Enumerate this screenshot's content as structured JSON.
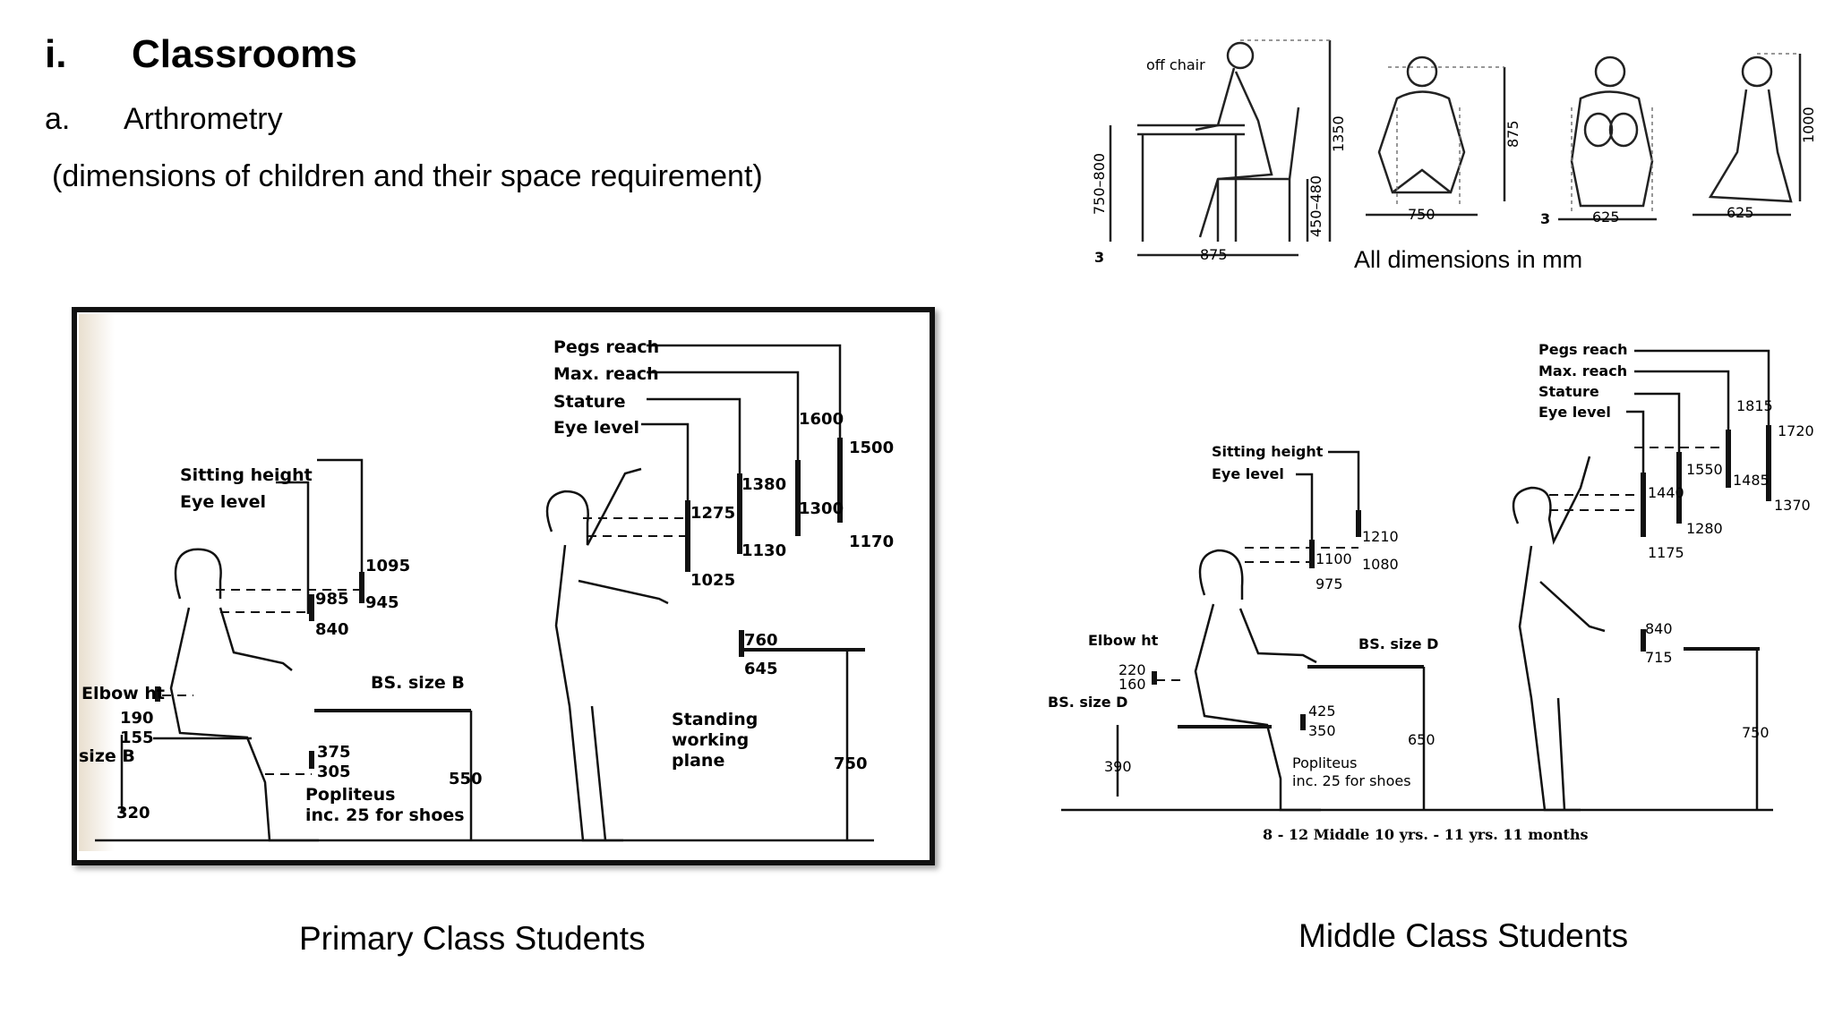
{
  "heading": {
    "number": "i.",
    "title": "Classrooms"
  },
  "subheading": {
    "letter": "a.",
    "title": "Arthrometry"
  },
  "subtitle": "(dimensions of children and their space requirement)",
  "top_figure": {
    "off_chair": "off chair",
    "dims": [
      "750–800",
      "1350",
      "450–480",
      "875",
      "3",
      "875",
      "750",
      "3",
      "625",
      "625",
      "1000"
    ],
    "note": "All dimensions in mm"
  },
  "primary_figure": {
    "labels": {
      "pegs_reach": "Pegs reach",
      "max_reach": "Max. reach",
      "stature": "Stature",
      "eye_level": "Eye level",
      "sitting_height": "Sitting height",
      "eye_level_seated": "Eye level",
      "elbow_ht": "Elbow ht",
      "size_b": "size B",
      "bs_size_b": "BS. size B",
      "popliteus": "Popliteus",
      "inc_shoes": "inc. 25 for shoes",
      "standing": "Standing",
      "working": "working",
      "plane": "plane"
    },
    "values": {
      "v1600": "1600",
      "v1500": "1500",
      "v1300": "1300",
      "v1170": "1170",
      "v1380": "1380",
      "v1130": "1130",
      "v1275": "1275",
      "v1025": "1025",
      "v1095": "1095",
      "v945": "945",
      "v985": "985",
      "v840": "840",
      "v760": "760",
      "v645": "645",
      "v190": "190",
      "v155": "155",
      "v375": "375",
      "v305": "305",
      "v550": "550",
      "v750": "750",
      "v320": "320"
    },
    "caption": "Primary Class Students"
  },
  "middle_figure": {
    "labels": {
      "pegs_reach": "Pegs reach",
      "max_reach": "Max. reach",
      "stature": "Stature",
      "eye_level": "Eye level",
      "sitting_height": "Sitting height",
      "eye_level_seated": "Eye level",
      "elbow_ht": "Elbow ht",
      "bs_size_d_left": "BS. size D",
      "bs_size_d": "BS. size D",
      "popliteus": "Popliteus",
      "inc_shoes": "inc. 25 for shoes",
      "footer": "8 - 12 Middle   10 yrs. - 11 yrs.   11 months"
    },
    "values": {
      "v1815": "1815",
      "v1720": "1720",
      "v1550": "1550",
      "v1485": "1485",
      "v1370": "1370",
      "v1440": "1440",
      "v1280": "1280",
      "v1175": "1175",
      "v1210": "1210",
      "v1080": "1080",
      "v1100": "1100",
      "v975": "975",
      "v840": "840",
      "v715": "715",
      "v220": "220",
      "v160": "160",
      "v425": "425",
      "v350": "350",
      "v650": "650",
      "v750": "750",
      "v390": "390"
    },
    "caption": "Middle Class Students"
  }
}
